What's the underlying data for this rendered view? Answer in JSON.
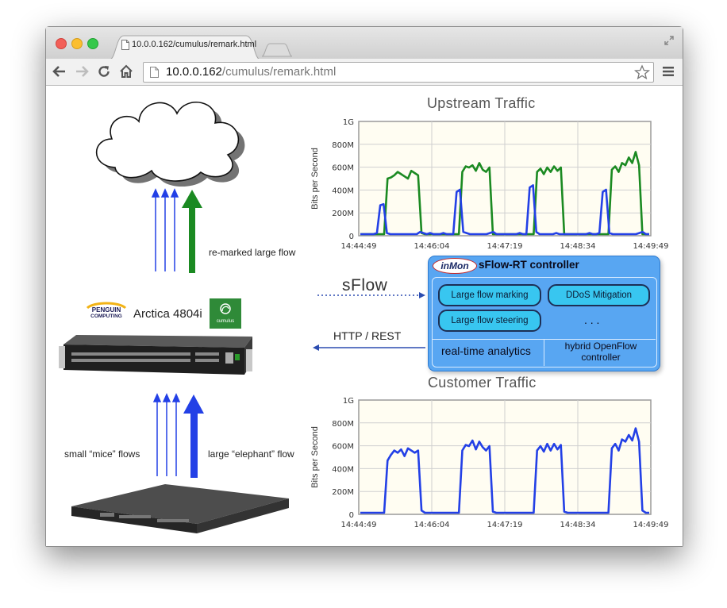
{
  "browser": {
    "tab_title": "10.0.0.162/cumulus/remark.html",
    "url_host": "10.0.0.162",
    "url_path": "/cumulus/remark.html",
    "icons": [
      "close-light",
      "minimize-light",
      "zoom-light",
      "back-arrow-icon",
      "forward-arrow-icon",
      "reload-icon",
      "home-icon",
      "page-icon",
      "bookmark-star-icon",
      "menu-icon",
      "fullscreen-icon"
    ]
  },
  "diagram": {
    "label_remarked": "re-marked large flow",
    "switch_vendor_line1": "PENGUIN",
    "switch_vendor_line2": "COMPUTING",
    "switch_model": "Arctica 4804i",
    "cumulus_logo": "cumulus",
    "sflow_logo": "sFlow",
    "http_rest": "HTTP / REST",
    "label_mice": "small “mice” flows",
    "label_elephant": "large “elephant” flow",
    "colors": {
      "green": "#1b8a22",
      "blue": "#2340e6",
      "controller": "#58a6f2"
    }
  },
  "controller": {
    "logo": "inMon",
    "title": "sFlow-RT controller",
    "btn_marking": "Large flow marking",
    "btn_ddos": "DDoS Mitigation",
    "btn_steering": "Large flow steering",
    "ellipsis": ". . .",
    "footer_left": "real-time analytics",
    "footer_right_1": "hybrid OpenFlow",
    "footer_right_2": "controller"
  },
  "charts": {
    "upstream_title": "Upstream Traffic",
    "customer_title": "Customer Traffic",
    "ylabel": "Bits per Second"
  },
  "chart_data": [
    {
      "type": "line",
      "title": "Upstream Traffic",
      "ylabel": "Bits per Second",
      "xlabel": "",
      "x_ticks": [
        "14:44:49",
        "14:46:04",
        "14:47:19",
        "14:48:34",
        "14:49:49"
      ],
      "y_ticks": [
        "0",
        "200M",
        "400M",
        "600M",
        "800M",
        "1G"
      ],
      "ylim": [
        0,
        1000
      ],
      "grid": true,
      "series": [
        {
          "color": "#1b8a22",
          "values": [
            0,
            0,
            0,
            0,
            0,
            0,
            0,
            0,
            500,
            510,
            530,
            560,
            540,
            520,
            500,
            570,
            550,
            530,
            10,
            0,
            0,
            0,
            0,
            0,
            0,
            0,
            0,
            0,
            0,
            0,
            560,
            610,
            600,
            620,
            570,
            640,
            580,
            560,
            600,
            0,
            0,
            0,
            0,
            0,
            0,
            0,
            0,
            0,
            0,
            0,
            0,
            0,
            560,
            590,
            540,
            600,
            560,
            610,
            570,
            600,
            0,
            0,
            0,
            0,
            0,
            0,
            0,
            0,
            0,
            0,
            0,
            0,
            0,
            0,
            580,
            610,
            560,
            640,
            620,
            690,
            640,
            740,
            620,
            0,
            0,
            0
          ]
        },
        {
          "color": "#2340e6",
          "values": [
            0,
            0,
            0,
            0,
            0,
            10,
            260,
            270,
            10,
            0,
            0,
            0,
            0,
            0,
            0,
            0,
            0,
            0,
            20,
            10,
            0,
            10,
            0,
            0,
            0,
            10,
            0,
            0,
            0,
            380,
            400,
            20,
            10,
            0,
            0,
            0,
            0,
            0,
            0,
            10,
            20,
            0,
            0,
            0,
            0,
            0,
            0,
            0,
            10,
            0,
            0,
            420,
            440,
            20,
            0,
            0,
            0,
            0,
            0,
            10,
            0,
            0,
            0,
            0,
            0,
            0,
            0,
            0,
            0,
            10,
            0,
            0,
            10,
            380,
            400,
            10,
            0,
            0,
            0,
            0,
            0,
            0,
            0,
            0,
            10,
            20,
            0,
            0
          ]
        }
      ]
    },
    {
      "type": "line",
      "title": "Customer Traffic",
      "ylabel": "Bits per Second",
      "xlabel": "",
      "x_ticks": [
        "14:44:49",
        "14:46:04",
        "14:47:19",
        "14:48:34",
        "14:49:49"
      ],
      "y_ticks": [
        "0",
        "200M",
        "400M",
        "600M",
        "800M",
        "1G"
      ],
      "ylim": [
        0,
        1000
      ],
      "grid": true,
      "series": [
        {
          "color": "#2340e6",
          "values": [
            0,
            0,
            0,
            0,
            0,
            0,
            0,
            0,
            470,
            520,
            560,
            540,
            570,
            510,
            580,
            560,
            540,
            560,
            20,
            0,
            0,
            0,
            0,
            0,
            0,
            0,
            0,
            0,
            0,
            0,
            560,
            610,
            600,
            650,
            570,
            640,
            590,
            560,
            600,
            10,
            0,
            0,
            0,
            0,
            0,
            0,
            0,
            0,
            0,
            0,
            0,
            0,
            560,
            600,
            550,
            620,
            560,
            620,
            570,
            610,
            10,
            0,
            0,
            0,
            0,
            0,
            0,
            0,
            0,
            0,
            0,
            0,
            0,
            0,
            580,
            620,
            560,
            660,
            640,
            700,
            650,
            760,
            640,
            20,
            0,
            0
          ]
        }
      ]
    }
  ]
}
